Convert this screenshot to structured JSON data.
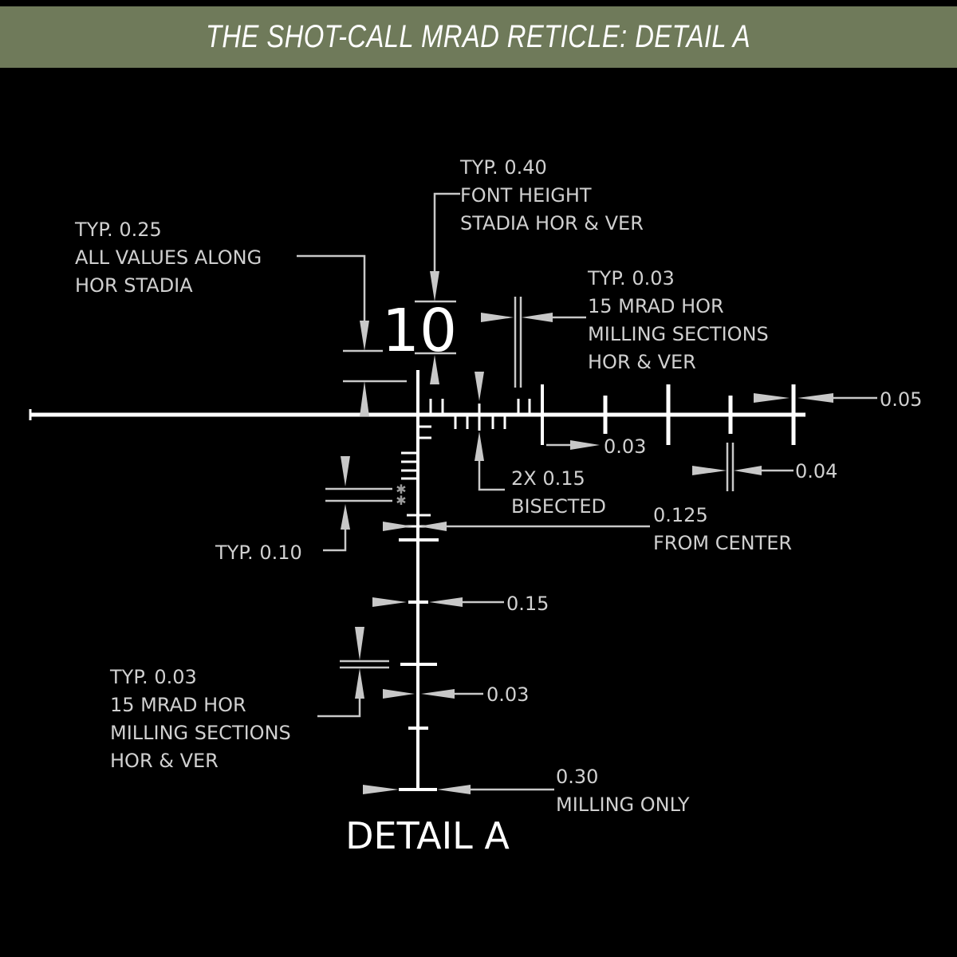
{
  "title": "THE SHOT-CALL MRAD RETICLE: DETAIL A",
  "detail_label": "DETAIL A",
  "stadia_number": "10",
  "colors": {
    "banner": "#6f7a5a",
    "background": "#000000",
    "reticle": "#ffffff",
    "callout": "#c8c8c8"
  },
  "callouts": {
    "typ040": [
      "TYP. 0.40",
      "FONT HEIGHT",
      "STADIA HOR & VER"
    ],
    "typ025": [
      "TYP. 0.25",
      "ALL VALUES ALONG",
      "HOR STADIA"
    ],
    "typ003_top": [
      "TYP. 0.03",
      "15 MRAD HOR",
      "MILLING SECTIONS",
      "HOR & VER"
    ],
    "v005": "0.05",
    "v003_hor": "0.03",
    "v004": "0.04",
    "bisected": [
      "2X 0.15",
      "BISECTED"
    ],
    "from_center": [
      "0.125",
      "FROM CENTER"
    ],
    "typ010": "TYP. 0.10",
    "v015": "0.15",
    "typ003_bottom": [
      "TYP. 0.03",
      "15 MRAD HOR",
      "MILLING SECTIONS",
      "HOR & VER"
    ],
    "v003_ver": "0.03",
    "milling_only": [
      "0.30",
      "MILLING ONLY"
    ]
  }
}
